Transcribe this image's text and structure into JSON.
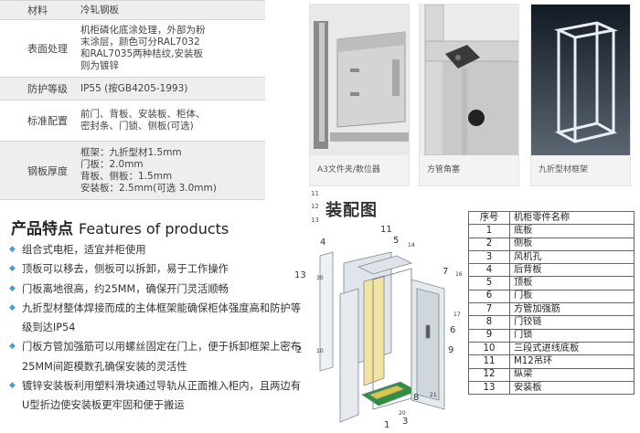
{
  "spec": [
    {
      "label": "材料",
      "value": "冷轧钢板"
    },
    {
      "label": "表面处理",
      "value": "机柜磷化底涂处理，外部为粉\n末涂层，颜色可分RAL7032\n和RAL7035两种桔纹,安装板\n则为镀锌"
    },
    {
      "label": "防护等级",
      "value": "IP55 (按GB4205-1993)"
    },
    {
      "label": "标准配置",
      "value": "前门、背板、安装板、柜体、\n密封条、门锁、侧板(可选)"
    },
    {
      "label": "钢板厚度",
      "value": "框架：九折型材1.5mm\n门板：2.0mm\n背板、侧板：1.5mm\n安装板：2.5mm(可选 3.0mm)"
    }
  ],
  "photos": [
    {
      "caption": "A3文件夹/数位器"
    },
    {
      "caption": "方管角塞"
    },
    {
      "caption": "九折型材框架"
    }
  ],
  "features": {
    "title": "产品特点",
    "title_en": "Features of products",
    "items": [
      "组合式电柜，适宜并柜使用",
      "顶板可以移去，侧板可以拆卸，易于工作操作",
      "门板离地很高，约25MM，确保开门灵活顺畅",
      "九折型材整体焊接而成的主体框架能确保柜体强度高和防护等级到达IP54",
      "门板方管加强筋可以用螺丝固定在门上，便于拆卸框架上密布25MM间距模数孔确保安装的灵活性",
      "镀锌安装板利用塑料滑块通过导轨从正面推入柜内，且两边有U型折边使安装板更牢固和便于搬运"
    ]
  },
  "assembly": {
    "title": "装配图",
    "side_numbers": [
      "11",
      "12",
      "13"
    ],
    "callouts": [
      "11",
      "5",
      "14",
      "4",
      "13",
      "30",
      "7",
      "6",
      "9",
      "16",
      "2",
      "17",
      "8",
      "10",
      "3",
      "20",
      "21",
      "1"
    ]
  },
  "parts_table": {
    "headers": [
      "序号",
      "机柜零件名称"
    ],
    "rows": [
      [
        "1",
        "底板"
      ],
      [
        "2",
        "侧板"
      ],
      [
        "3",
        "风机孔"
      ],
      [
        "4",
        "后背板"
      ],
      [
        "5",
        "顶板"
      ],
      [
        "6",
        "门板"
      ],
      [
        "7",
        "方管加强筋"
      ],
      [
        "8",
        "门铰链"
      ],
      [
        "9",
        "门锁"
      ],
      [
        "10",
        "三段式进线底板"
      ],
      [
        "11",
        "M12吊环"
      ],
      [
        "12",
        "纵梁"
      ],
      [
        "13",
        "安装板"
      ]
    ]
  },
  "colors": {
    "bullet": "#4aa0c8",
    "row_shade": "#eeeeee",
    "mount_plate": "#f3e3a0",
    "base_green": "#2f8f3f"
  }
}
